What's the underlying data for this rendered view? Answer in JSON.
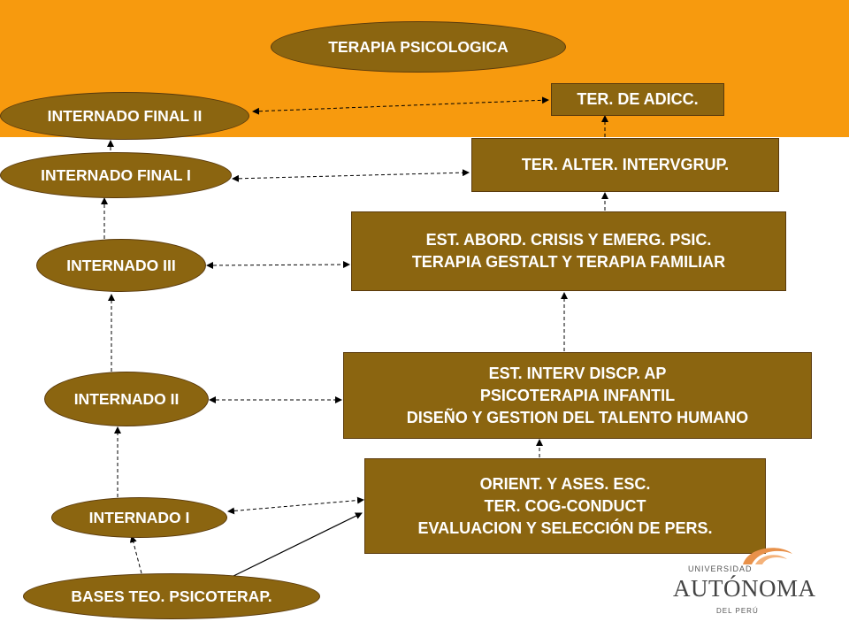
{
  "colors": {
    "band": "#f79a0e",
    "node_fill": "#8b6510",
    "node_text": "#ffffff",
    "logo_accent": "#e8914a"
  },
  "title": "TERAPIA PSICOLOGICA",
  "internados": [
    "INTERNADO FINAL II",
    "INTERNADO FINAL I",
    "INTERNADO III",
    "INTERNADO II",
    "INTERNADO I"
  ],
  "bases": "BASES TEO. PSICOTERAP.",
  "courses": {
    "c1": [
      "TER. DE ADICC."
    ],
    "c2": [
      "TER. ALTER. INTERVGRUP."
    ],
    "c3": [
      "EST. ABORD. CRISIS Y EMERG. PSIC.",
      "TERAPIA GESTALT Y TERAPIA FAMILIAR"
    ],
    "c4": [
      "EST. INTERV DISCP. AP",
      "PSICOTERAPIA INFANTIL",
      "DISEÑO Y GESTION DEL TALENTO HUMANO"
    ],
    "c5": [
      "ORIENT. Y ASES. ESC.",
      "TER. COG-CONDUCT",
      "EVALUACION Y SELECCIÓN DE PERS."
    ]
  },
  "logo": {
    "line1": "UNIVERSIDAD",
    "line2": "AUTÓNOMA",
    "line3": "DEL PERÚ"
  }
}
